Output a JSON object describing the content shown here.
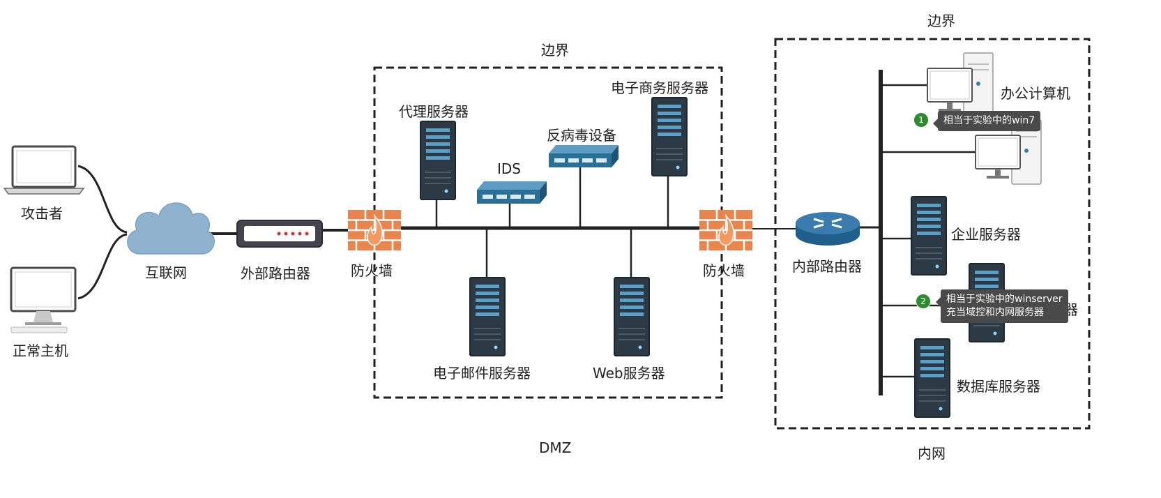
{
  "zones": {
    "dmz_border": "边界",
    "dmz": "DMZ",
    "intranet_border": "边界",
    "intranet": "内网"
  },
  "nodes": {
    "attacker": "攻击者",
    "normal_host": "正常主机",
    "internet": "互联网",
    "external_router": "外部路由器",
    "firewall_outer": "防火墙",
    "proxy_server": "代理服务器",
    "ids": "IDS",
    "antivirus": "反病毒设备",
    "ecommerce_server": "电子商务服务器",
    "email_server": "电子邮件服务器",
    "web_server": "Web服务器",
    "firewall_inner": "防火墙",
    "internal_router": "内部路由器",
    "office_computer": "办公计算机",
    "enterprise_server": "企业服务器",
    "file_server_partial": "件服务器",
    "database_server": "数据库服务器"
  },
  "annotations": [
    {
      "number": "1",
      "lines": [
        "相当于实验中的win7"
      ]
    },
    {
      "number": "2",
      "lines": [
        "相当于实验中的winserver",
        "充当域控和内网服务器"
      ]
    }
  ],
  "colors": {
    "firewall_brick": "#e8844c",
    "network_device": "#2a6f96",
    "server_body": "#2b3a45",
    "cloud": "#8fb3cf",
    "router": "#3a7cae",
    "badge": "#2e8b2e",
    "note_bg": "#4a4a4a"
  }
}
